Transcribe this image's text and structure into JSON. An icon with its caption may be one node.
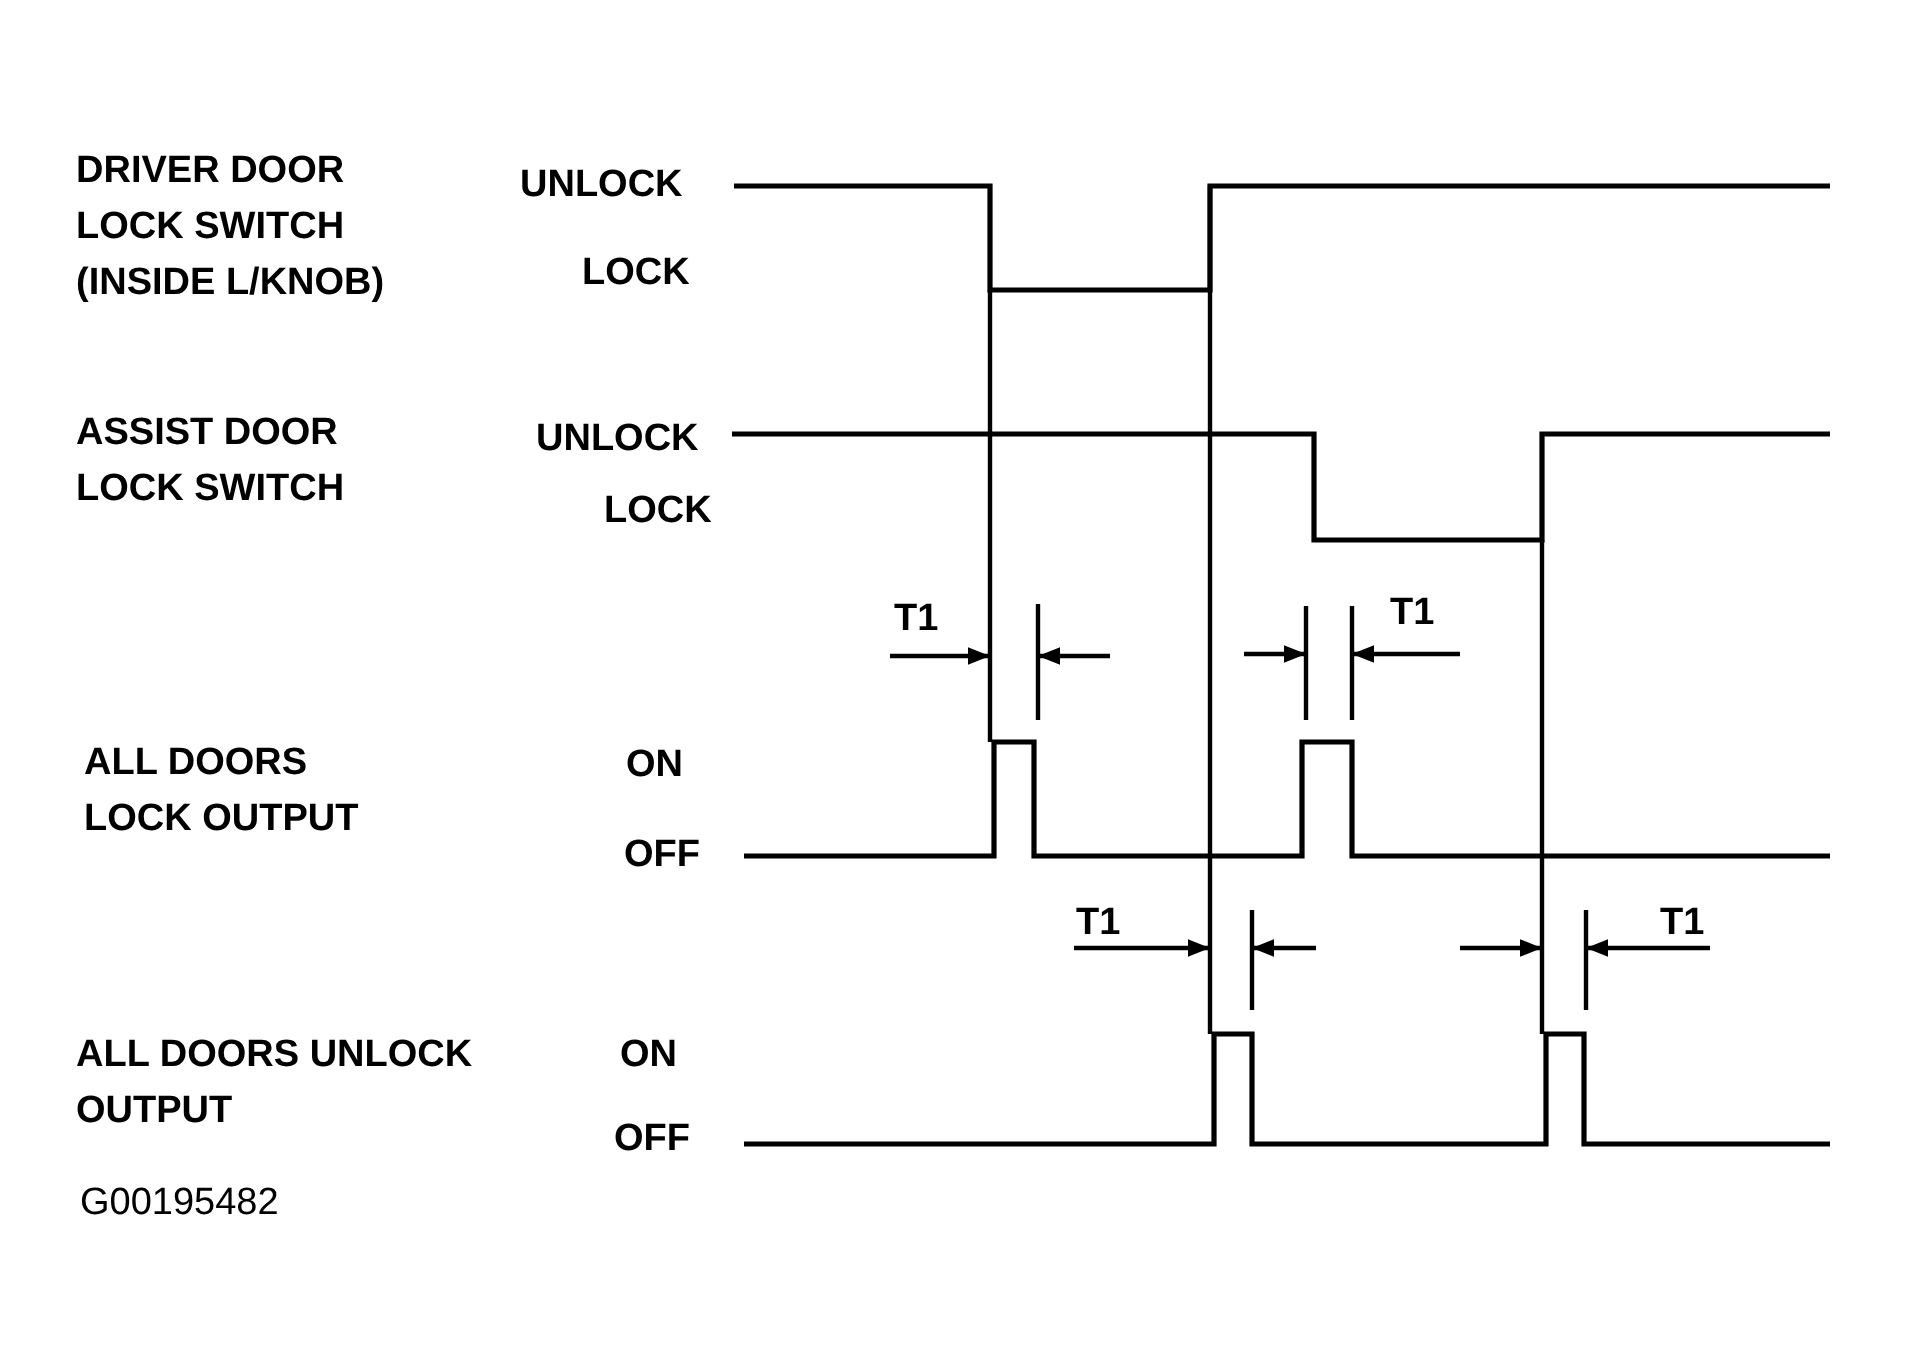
{
  "diagram": {
    "labels": [
      "DRIVER DOOR LOCK SWITCH (INSIDE L/KNOB)",
      "UNLOCK",
      "LOCK",
      "ASSIST DOOR LOCK SWITCH",
      "UNLOCK",
      "LOCK",
      "T1",
      "T1",
      "ALL DOORS LOCK OUTPUT",
      "ON",
      "OFF",
      "T1",
      "T1",
      "ALL DOORS UNLOCK OUTPUT",
      "ON",
      "OFF",
      "G00195482"
    ]
  }
}
